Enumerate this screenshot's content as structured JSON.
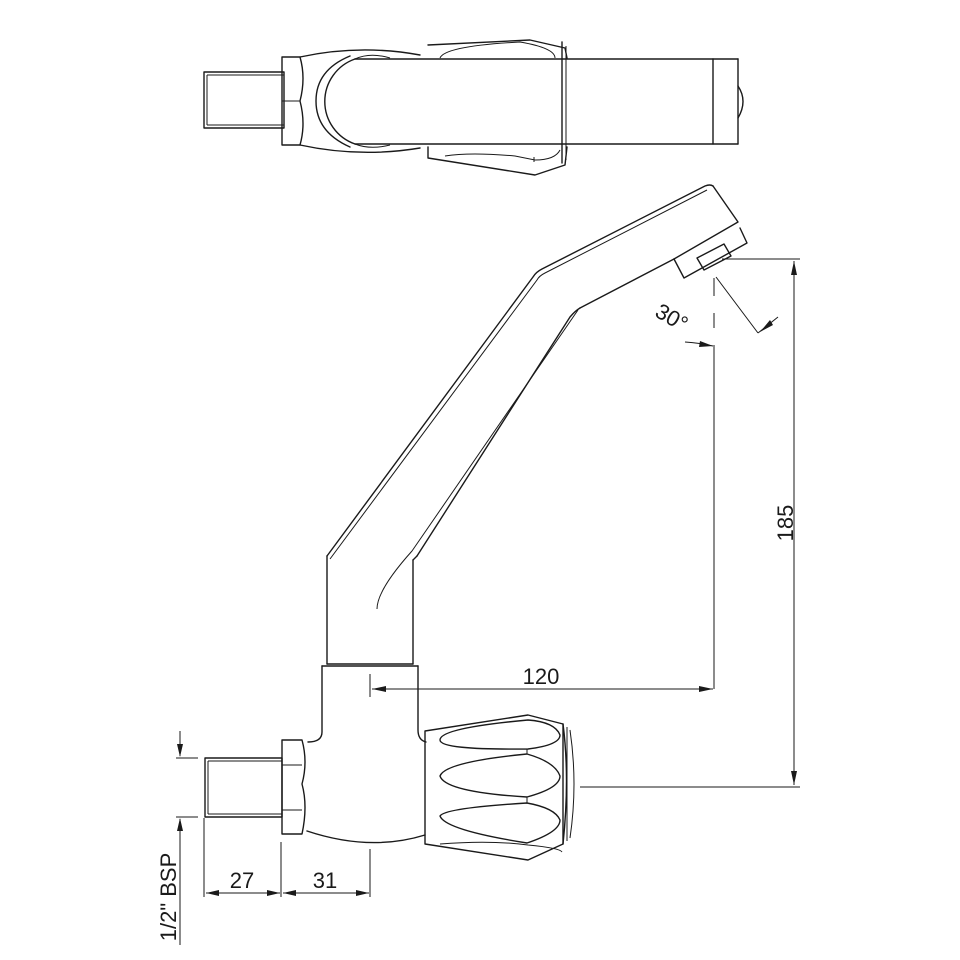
{
  "drawing": {
    "subject": "Wall-mounted swivel spout tap with knob handle - technical dimension drawing",
    "views": [
      "top view",
      "side elevation"
    ],
    "line_color": "#1a1a1a",
    "background": "#ffffff"
  },
  "dimensions": {
    "spout_reach": {
      "value": "120",
      "unit": "mm"
    },
    "overall_height": {
      "value": "185",
      "unit": "mm"
    },
    "thread_length": {
      "value": "27",
      "unit": "mm"
    },
    "body_offset": {
      "value": "31",
      "unit": "mm"
    },
    "spout_angle": {
      "value": "30°"
    },
    "inlet_thread": {
      "value": "1/2\" BSP"
    }
  }
}
